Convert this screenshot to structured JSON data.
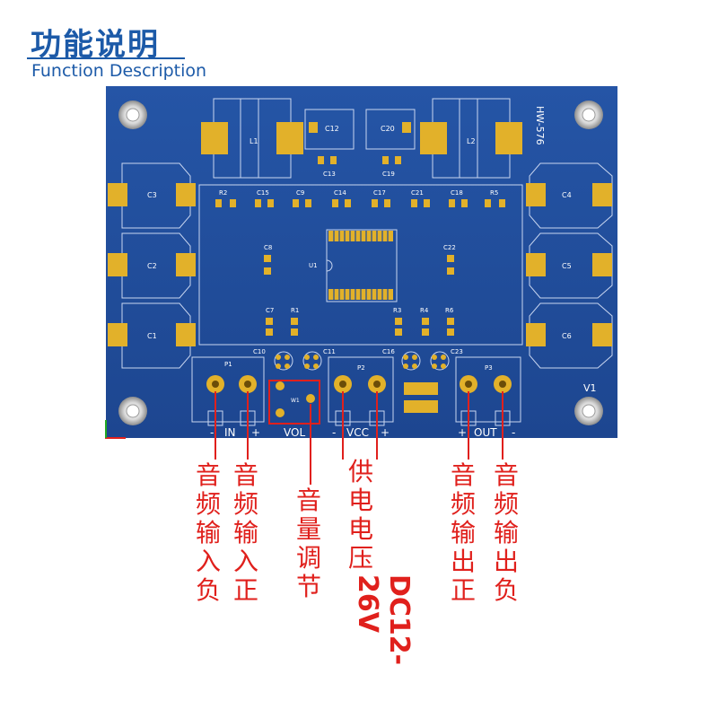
{
  "header": {
    "title_zh": "功能说明",
    "title_en": "Function Description"
  },
  "board": {
    "model": "HW-576",
    "corner_mark": "V1",
    "chip": "U1",
    "components": {
      "L1": "L1",
      "L2": "L2",
      "C12": "C12",
      "C20": "C20",
      "C13": "C13",
      "C19": "C19",
      "C3": "C3",
      "C2": "C2",
      "C1": "C1",
      "C4": "C4",
      "C5": "C5",
      "C6": "C6",
      "R2": "R2",
      "C15": "C15",
      "C9": "C9",
      "C14": "C14",
      "C17": "C17",
      "C21": "C21",
      "C18": "C18",
      "R5": "R5",
      "C8": "C8",
      "C22": "C22",
      "C7": "C7",
      "R1": "R1",
      "R3": "R3",
      "R4": "R4",
      "R6": "R6",
      "C10": "C10",
      "C11": "C11",
      "C16": "C16",
      "C23": "C23",
      "P1": "P1",
      "P2": "P2",
      "P3": "P3",
      "W1": "W1"
    },
    "connectors": {
      "in": {
        "label": "IN",
        "minus": "-",
        "plus": "+"
      },
      "vol": {
        "label": "VOL"
      },
      "vcc": {
        "label": "VCC",
        "minus": "-",
        "plus": "+"
      },
      "out": {
        "label": "OUT",
        "minus": "-",
        "plus": "+"
      }
    }
  },
  "annotations": {
    "audio_in_neg": "音频输入负",
    "audio_in_pos": "音频输入正",
    "volume": "音量调节",
    "power": "供电电压",
    "power_range": "DC12-26V",
    "audio_out_pos": "音频输出正",
    "audio_out_neg": "音频输出负"
  },
  "colors": {
    "accent": "#1c5aa8",
    "pcb": "#1f4a97",
    "pad": "#e2b12a",
    "annotation": "#e0201c"
  }
}
